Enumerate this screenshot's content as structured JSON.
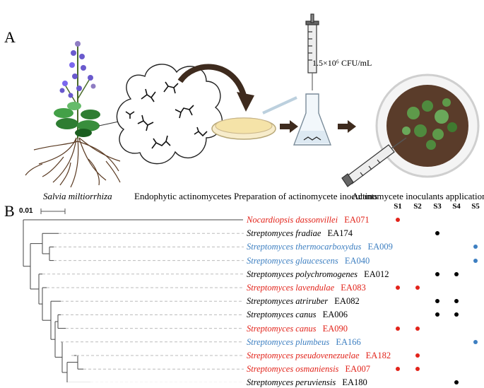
{
  "panel_a": {
    "label": "A",
    "inoculum_concentration": "1.5×10⁶ CFU/mL",
    "captions": {
      "plant": "Salvia miltiorrhiza",
      "endophytes": "Endophytic actinomycetes",
      "preparation": "Preparation of actinomycete inoculants",
      "application": "Actinomycete inoculants application"
    }
  },
  "panel_b": {
    "label": "B",
    "scale_bar": "0.01",
    "columns": [
      "S1",
      "S2",
      "S3",
      "S4",
      "S5"
    ],
    "taxa": [
      {
        "genus_species": "Nocardiopsis dassonvillei",
        "strain": "EA071",
        "color": "red",
        "dots": [
          1,
          0,
          0,
          0,
          0
        ]
      },
      {
        "genus_species": "Streptomyces fradiae",
        "strain": "EA174",
        "color": "black",
        "dots": [
          0,
          0,
          1,
          0,
          0
        ]
      },
      {
        "genus_species": "Streptomyces thermocarboxydus",
        "strain": "EA009",
        "color": "blue",
        "dots": [
          0,
          0,
          0,
          0,
          1
        ]
      },
      {
        "genus_species": "Streptomyces glaucescens",
        "strain": "EA040",
        "color": "blue",
        "dots": [
          0,
          0,
          0,
          0,
          1
        ]
      },
      {
        "genus_species": "Streptomyces polychromogenes",
        "strain": "EA012",
        "color": "black",
        "dots": [
          0,
          0,
          1,
          1,
          0
        ]
      },
      {
        "genus_species": "Streptomyces lavendulae",
        "strain": "EA083",
        "color": "red",
        "dots": [
          1,
          1,
          0,
          0,
          0
        ]
      },
      {
        "genus_species": "Streptomyces atriruber",
        "strain": "EA082",
        "color": "black",
        "dots": [
          0,
          0,
          1,
          1,
          0
        ]
      },
      {
        "genus_species": "Streptomyces canus",
        "strain": "EA006",
        "color": "black",
        "dots": [
          0,
          0,
          1,
          1,
          0
        ]
      },
      {
        "genus_species": "Streptomyces canus",
        "strain": "EA090",
        "color": "red",
        "dots": [
          1,
          1,
          0,
          0,
          0
        ]
      },
      {
        "genus_species": "Streptomyces plumbeus",
        "strain": "EA166",
        "color": "blue",
        "dots": [
          0,
          0,
          0,
          0,
          1
        ]
      },
      {
        "genus_species": "Streptomyces pseudovenezuelae",
        "strain": "EA182",
        "color": "red",
        "dots": [
          0,
          1,
          0,
          0,
          0
        ]
      },
      {
        "genus_species": "Streptomyces osmaniensis",
        "strain": "EA007",
        "color": "red",
        "dots": [
          1,
          1,
          0,
          0,
          0
        ]
      },
      {
        "genus_species": "Streptomyces peruviensis",
        "strain": "EA180",
        "color": "black",
        "dots": [
          0,
          0,
          0,
          1,
          0
        ]
      }
    ]
  }
}
